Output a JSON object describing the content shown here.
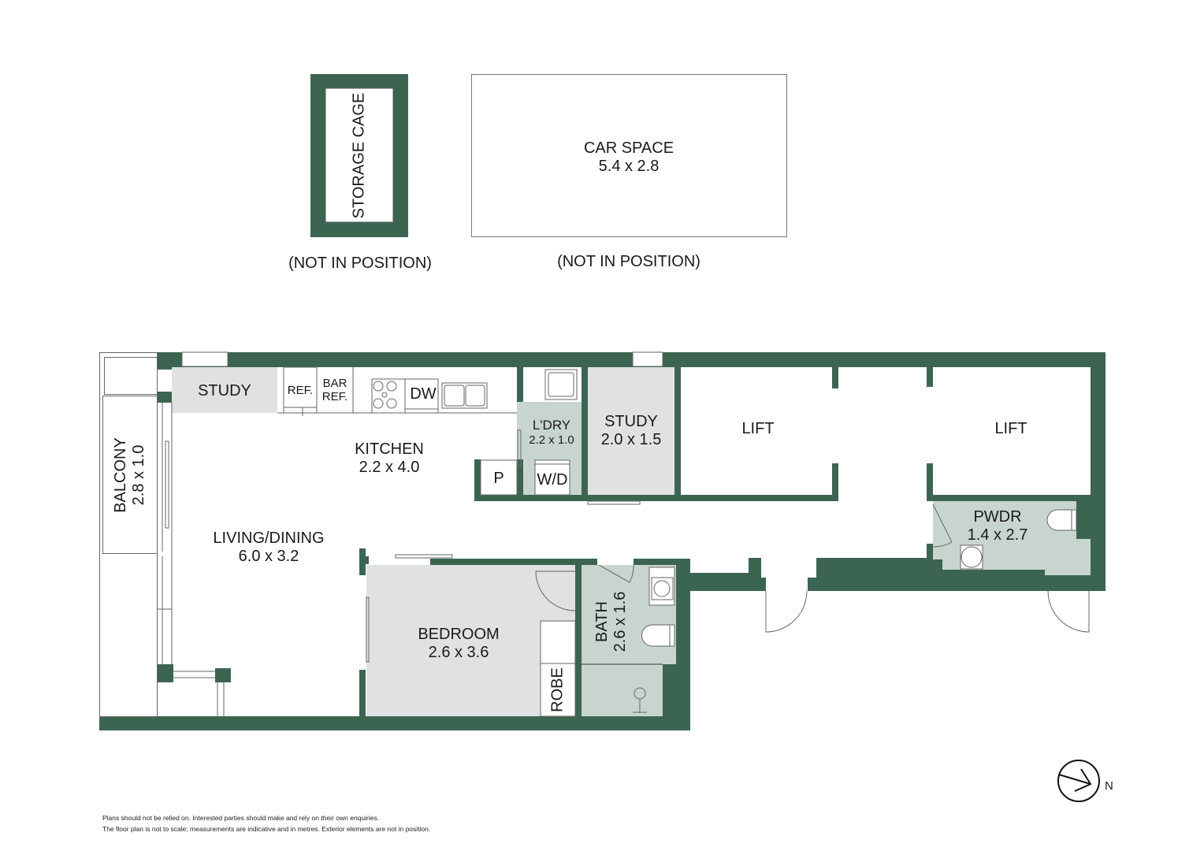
{
  "colors": {
    "wall": "#3c6551",
    "room_grey": "#e0e1e2",
    "wet_area": "#c8d5cf",
    "background": "#ffffff",
    "line": "#555555"
  },
  "annex": {
    "storage_cage": {
      "label": "STORAGE CAGE",
      "note": "(NOT IN POSITION)"
    },
    "car_space": {
      "label": "CAR SPACE",
      "dims": "5.4 x 2.8",
      "note": "(NOT IN POSITION)"
    }
  },
  "rooms": {
    "study_1": {
      "label": "STUDY"
    },
    "ref": {
      "label": "REF."
    },
    "bar_ref": {
      "label": "BAR REF."
    },
    "dw": {
      "label": "DW"
    },
    "kitchen": {
      "label": "KITCHEN",
      "dims": "2.2 x 4.0"
    },
    "pantry": {
      "label": "P"
    },
    "laundry": {
      "label": "L'DRY",
      "dims": "2.2 x 1.0"
    },
    "wd": {
      "label": "W/D"
    },
    "study_2": {
      "label": "STUDY",
      "dims": "2.0 x 1.5"
    },
    "lift_1": {
      "label": "LIFT"
    },
    "lift_2": {
      "label": "LIFT"
    },
    "balcony": {
      "label": "BALCONY",
      "dims": "2.8 x 1.0"
    },
    "living": {
      "label": "LIVING/DINING",
      "dims": "6.0 x 3.2"
    },
    "bedroom": {
      "label": "BEDROOM",
      "dims": "2.6 x 3.6"
    },
    "robe": {
      "label": "ROBE"
    },
    "bath": {
      "label": "BATH",
      "dims": "2.6 x 1.6"
    },
    "powder": {
      "label": "PWDR",
      "dims": "1.4 x 2.7"
    }
  },
  "compass": {
    "label": "N"
  },
  "disclaimer": {
    "line1": "Plans should not be relied on. Interested parties should make and rely on their own enquiries.",
    "line2": "The floor plan is not to scale; measurements are indicative and in metres. Exterior elements are not in position."
  }
}
